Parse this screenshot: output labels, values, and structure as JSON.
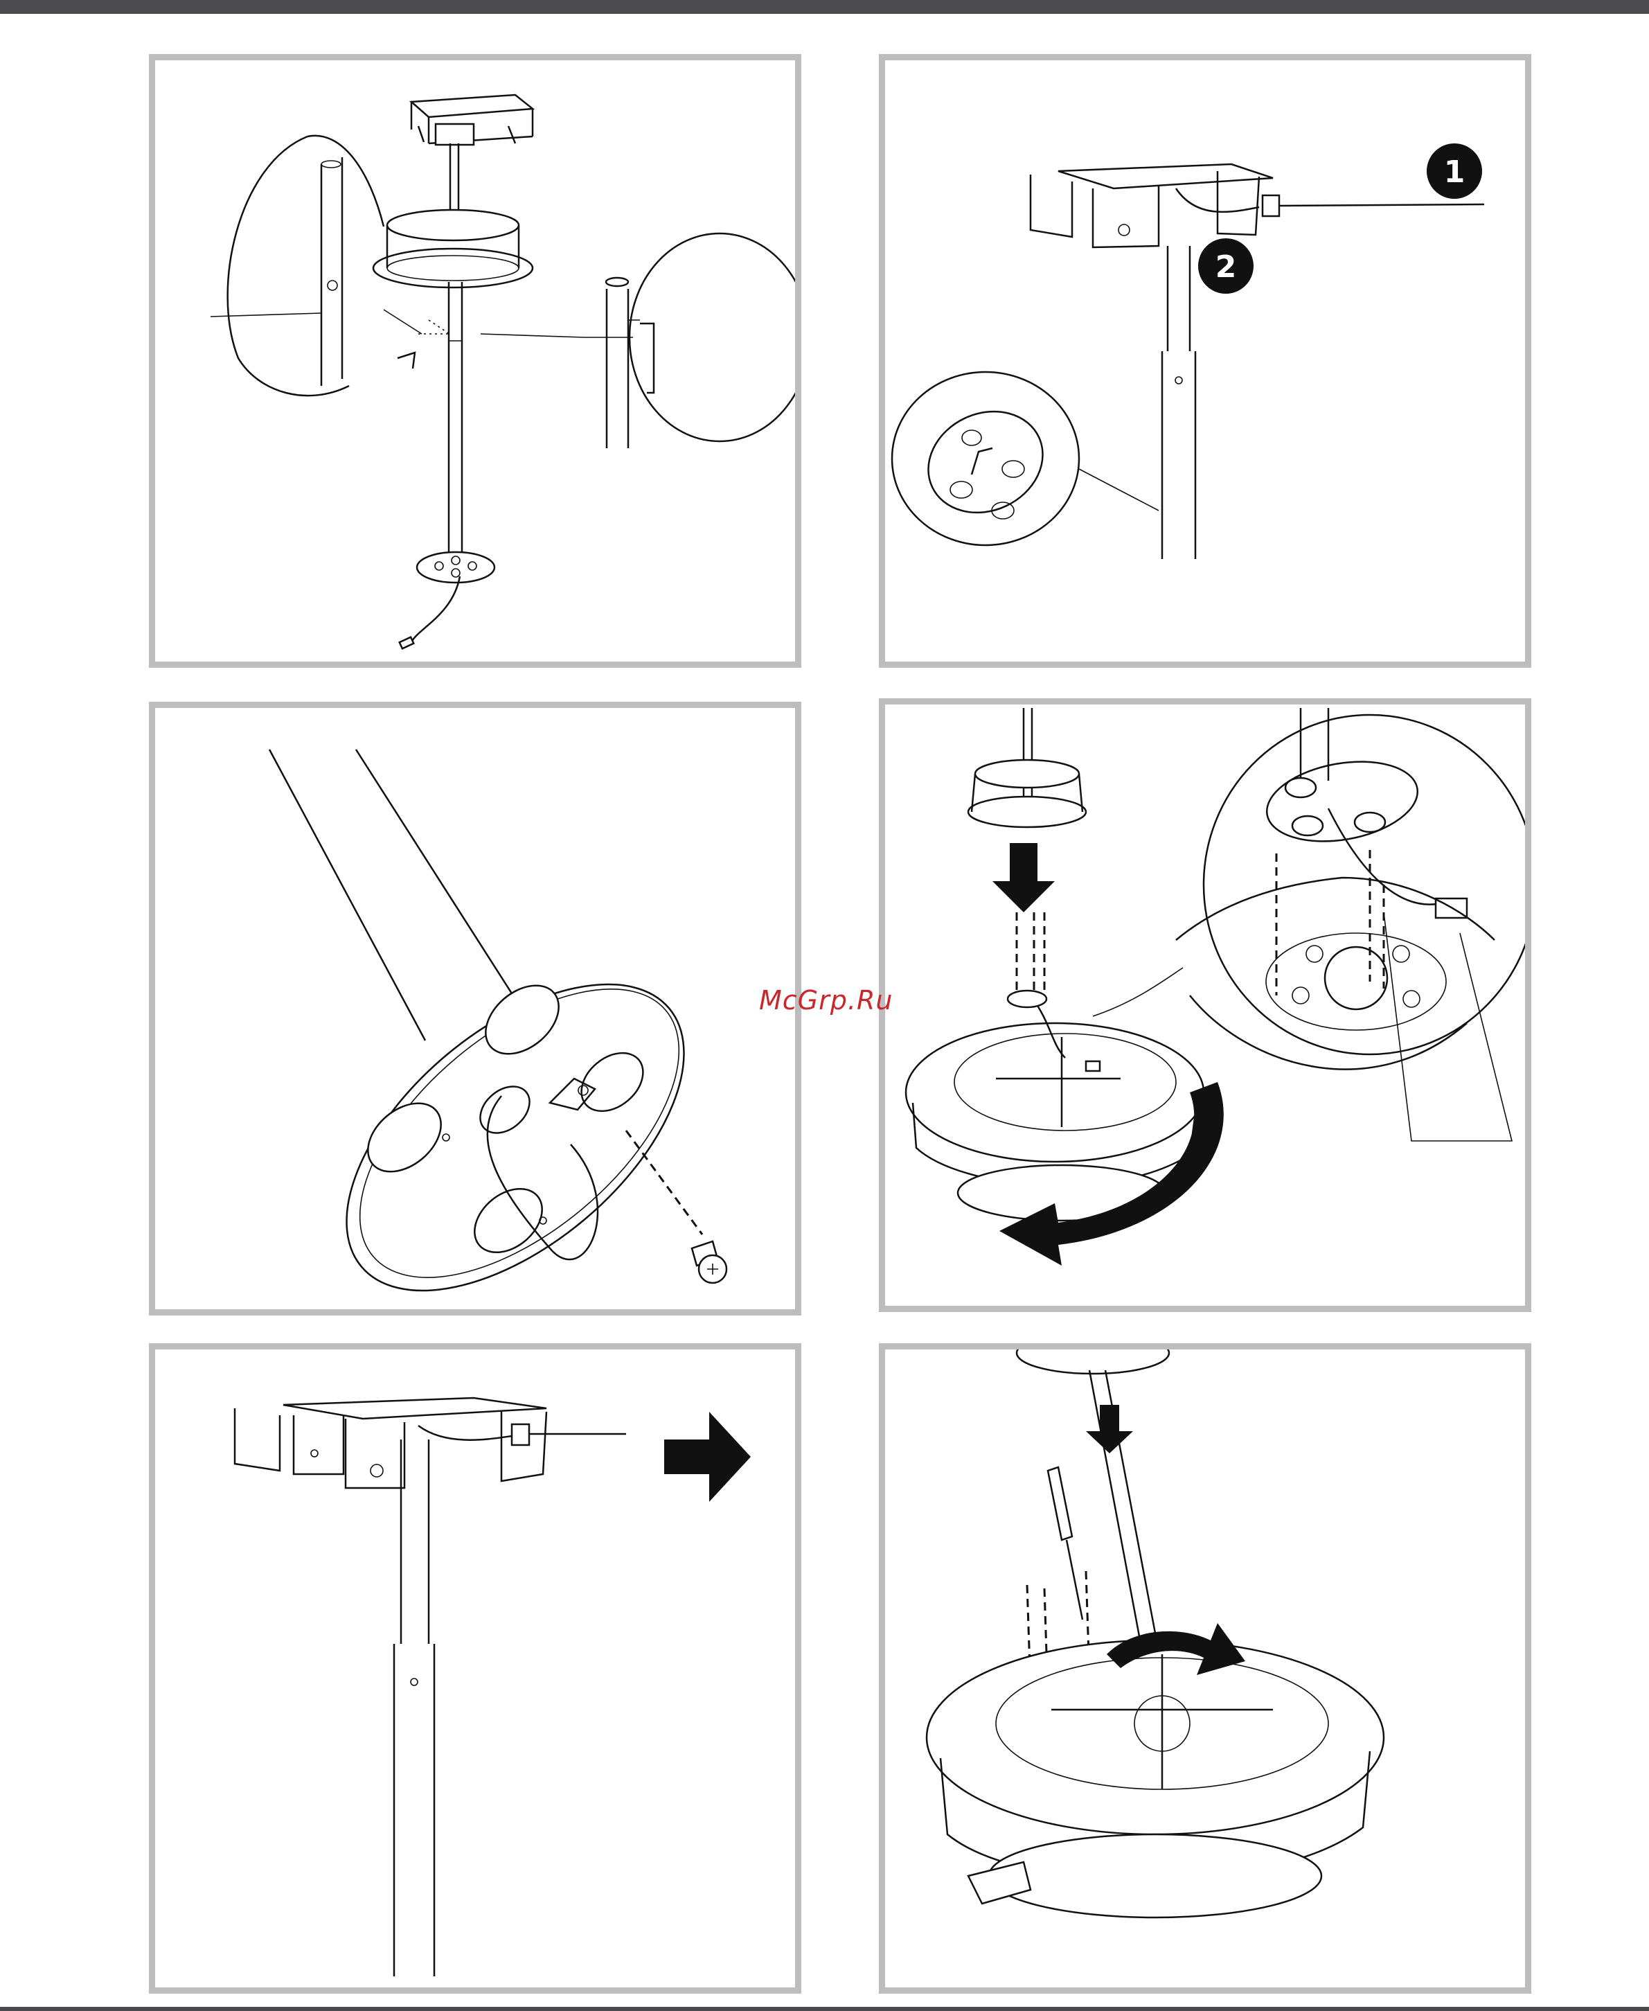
{
  "watermark": "McGrp.Ru",
  "callouts": {
    "one": "1",
    "two": "2"
  },
  "colors": {
    "panel_border": "#bdbdbd",
    "top_bar": "#4b4b4d",
    "watermark": "#c8282d",
    "line_art": "#111111"
  }
}
